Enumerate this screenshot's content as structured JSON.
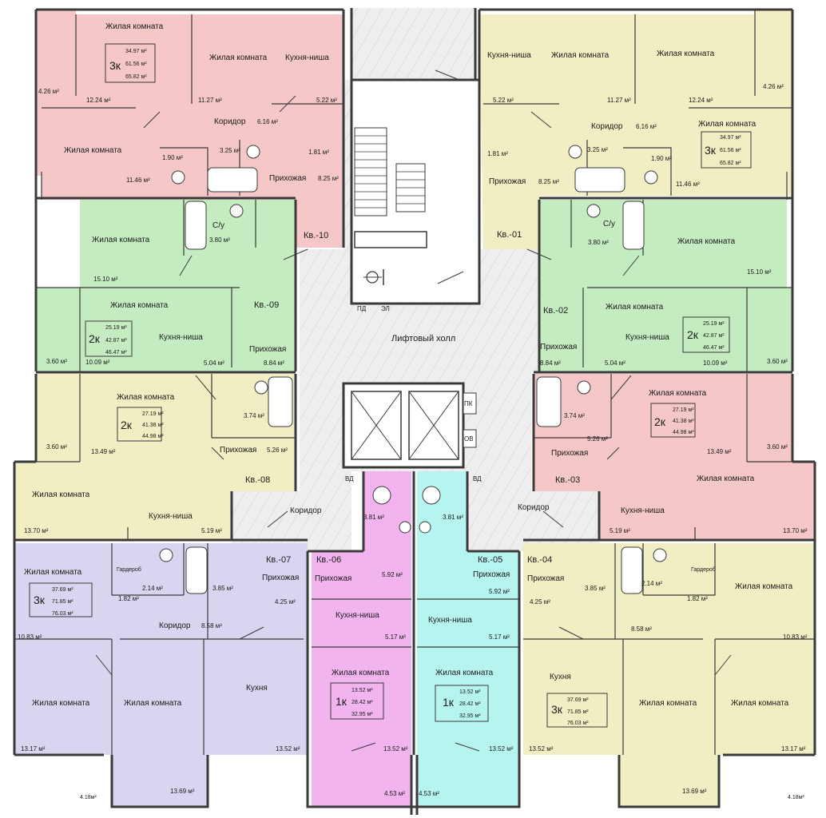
{
  "colors": {
    "pink": "#f5c7c8",
    "yellow": "#f0eec2",
    "green": "#c5ecc0",
    "violet": "#d9d5f0",
    "magenta": "#f2b4ee",
    "cyan": "#b6f4f0",
    "hall": "#e8e8e8",
    "wall": "#3a3a3a"
  },
  "hall": {
    "lift_hall": "Лифтовый холл",
    "corridor_left": "Коридор",
    "corridor_right": "Коридор",
    "pd": "ПД",
    "ee": "ЭЛ",
    "pk": "ПК",
    "ov": "ОВ",
    "vd_left": "ВД",
    "vd_right": "ВД"
  },
  "apt10": {
    "name": "Кв.-10",
    "rooms": "3к",
    "a1": "34.97 м²",
    "a2": "61.56 м²",
    "a3": "65.82 м²",
    "r_living1": "Жилая комната",
    "r_living1_area": "12.24 м²",
    "r_living2": "Жилая комната",
    "r_living2_area": "11.27 м²",
    "r_kitchen": "Кухня-ниша",
    "r_kitchen_area": "5.22 м²",
    "r_living3": "Жилая комната",
    "r_living3_area": "11.46 м²",
    "r_corridor": "Коридор",
    "r_corridor_area": "6.16 м²",
    "r_entry": "Прихожая",
    "r_entry_area": "8.25 м²",
    "balcony": "4.26 м²",
    "wc1": "1.90 м²",
    "wc2": "3.25 м²",
    "wc3": "1.81 м²"
  },
  "apt01": {
    "name": "Кв.-01",
    "rooms": "3к",
    "a1": "34.97 м²",
    "a2": "61.56 м²",
    "a3": "65.82 м²",
    "r_kitchen": "Кухня-ниша",
    "r_kitchen_area": "5.22 м²",
    "r_living1": "Жилая комната",
    "r_living1_area": "11.27 м²",
    "r_living2": "Жилая комната",
    "r_living2_area": "12.24 м²",
    "r_living3": "Жилая комната",
    "r_living3_area": "11.46 м²",
    "r_corridor": "Коридор",
    "r_corridor_area": "6.16 м²",
    "r_entry": "Прихожая",
    "r_entry_area": "8.25 м²",
    "balcony": "4.26 м²",
    "wc1": "1.81 м²",
    "wc2": "3.25 м²",
    "wc3": "1.90 м²"
  },
  "apt09": {
    "name": "Кв.-09",
    "rooms": "2к",
    "a1": "25.19 м²",
    "a2": "42.87 м²",
    "a3": "46.47 м²",
    "r_living1": "Жилая комната",
    "r_living1_area": "15.10 м²",
    "r_bath": "С/у",
    "r_bath_area": "3.80 м²",
    "r_living2": "Жилая комната",
    "r_living2_area": "10.09 м²",
    "r_kitchen": "Кухня-ниша",
    "r_kitchen_area": "5.04 м²",
    "r_entry": "Прихожая",
    "r_entry_area": "8.84 м²",
    "balcony": "3.60 м²"
  },
  "apt02": {
    "name": "Кв.-02",
    "rooms": "2к",
    "a1": "25.19 м²",
    "a2": "42.87 м²",
    "a3": "46.47 м²",
    "r_living1": "Жилая комната",
    "r_living1_area": "15.10 м²",
    "r_bath": "С/у",
    "r_bath_area": "3.80 м²",
    "r_living2": "Жилая комната",
    "r_living2_area": "10.09 м²",
    "r_kitchen": "Кухня-ниша",
    "r_kitchen_area": "5.04 м²",
    "r_entry": "Прихожая",
    "r_entry_area": "8.84 м²",
    "balcony": "3.60 м²"
  },
  "apt08": {
    "name": "Кв.-08",
    "rooms": "2к",
    "a1": "27.19 м²",
    "a2": "41.38 м²",
    "a3": "44.98 м²",
    "r_living1": "Жилая комната",
    "r_living1_area": "13.49 м²",
    "r_bath_area": "3.74 м²",
    "r_entry": "Прихожая",
    "r_entry_area": "5.26 м²",
    "r_living2": "Жилая комната",
    "r_living2_area": "13.70 м²",
    "r_kitchen": "Кухня-ниша",
    "r_kitchen_area": "5.19 м²",
    "balcony": "3.60 м²"
  },
  "apt03": {
    "name": "Кв.-03",
    "rooms": "2к",
    "a1": "27.19 м²",
    "a2": "41.38 м²",
    "a3": "44.98 м²",
    "r_living1": "Жилая комната",
    "r_living1_area": "13.49 м²",
    "r_bath_area": "3.74 м²",
    "r_entry": "Прихожая",
    "r_entry_area": "5.26 м²",
    "r_living2": "Жилая комната",
    "r_living2_area": "13.70 м²",
    "r_kitchen": "Кухня-ниша",
    "r_kitchen_area": "5.19 м²",
    "balcony": "3.60 м²"
  },
  "apt07": {
    "name": "Кв.-07",
    "rooms": "3к",
    "a1": "37.69 м²",
    "a2": "71.85 м²",
    "a3": "76.03 м²",
    "r_living1": "Жилая комната",
    "r_living1_area": "10.83 м²",
    "r_wardrobe": "Гардероб",
    "r_wardrobe_area": "1.82 м²",
    "wc1": "2.14 м²",
    "wc2": "3.85 м²",
    "r_entry": "Прихожая",
    "r_entry_area": "4.25 м²",
    "r_corridor": "Коридор",
    "r_corridor_area": "8.58 м²",
    "r_living2": "Жилая комната",
    "r_living2_area": "13.17 м²",
    "r_living3": "Жилая комната",
    "r_living3_area": "13.69 м²",
    "r_kitchen": "Кухня",
    "r_kitchen_area": "13.52 м²",
    "balcony": "4.18м²"
  },
  "apt04": {
    "name": "Кв.-04",
    "rooms": "3к",
    "a1": "37.69 м²",
    "a2": "71.85 м²",
    "a3": "76.03 м²",
    "r_living1": "Жилая комната",
    "r_living1_area": "10.83 м²",
    "r_wardrobe": "Гардероб",
    "r_wardrobe_area": "1.82 м²",
    "wc1": "2.14 м²",
    "wc2": "3.85 м²",
    "r_entry": "Прихожая",
    "r_entry_area": "4.25 м²",
    "r_corridor_area": "8.58 м²",
    "r_living2": "Жилая комната",
    "r_living2_area": "13.17 м²",
    "r_living3": "Жилая комната",
    "r_living3_area": "13.69 м²",
    "r_kitchen": "Кухня",
    "r_kitchen_area": "13.52 м²",
    "balcony": "4.18м²"
  },
  "apt06": {
    "name": "Кв.-06",
    "rooms": "1к",
    "a1": "13.52 м²",
    "a2": "28.42 м²",
    "a3": "32.95 м²",
    "r_bath_area": "3.81 м²",
    "r_entry": "Прихожая",
    "r_entry_area": "5.92 м²",
    "r_kitchen": "Кухня-ниша",
    "r_kitchen_area": "5.17 м²",
    "r_living": "Жилая комната",
    "r_living_area": "13.52 м²",
    "balcony": "4.53 м²"
  },
  "apt05": {
    "name": "Кв.-05",
    "rooms": "1к",
    "a1": "13.52 м²",
    "a2": "28.42 м²",
    "a3": "32.95 м²",
    "r_bath_area": "3.81 м²",
    "r_entry": "Прихожая",
    "r_entry_area": "5.92 м²",
    "r_kitchen": "Кухня-ниша",
    "r_kitchen_area": "5.17 м²",
    "r_living": "Жилая комната",
    "r_living_area": "13.52 м²",
    "balcony": "4.53 м²"
  }
}
